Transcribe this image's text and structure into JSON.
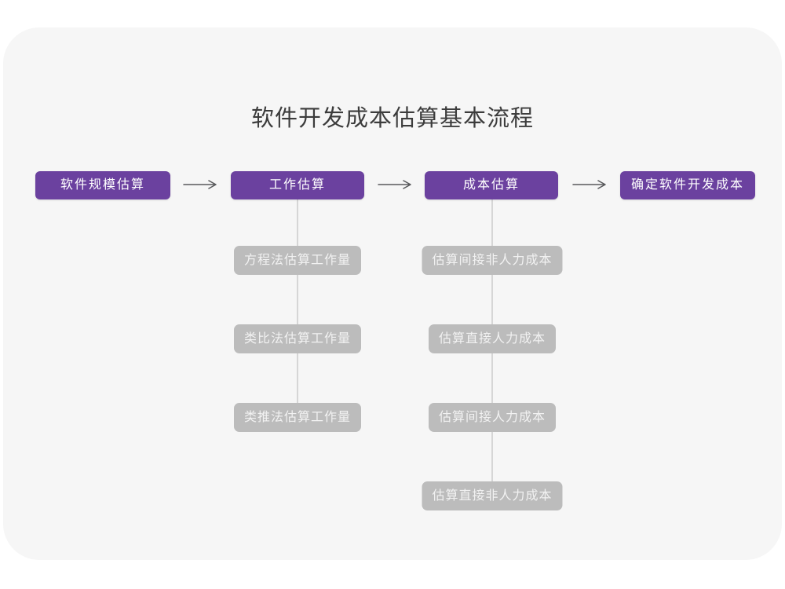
{
  "diagram": {
    "title": "软件开发成本估算基本流程",
    "colors": {
      "page_background": "#ffffff",
      "card_background": "#f6f6f6",
      "title_text": "#3c3c3c",
      "stage_background": "#6b419f",
      "stage_text": "#ffffff",
      "sub_background": "#bcbcbc",
      "sub_text": "#f2f2f2",
      "arrow": "#58595b",
      "connector_line": "#d6d6d6"
    },
    "stages": [
      {
        "label": "软件规模估算"
      },
      {
        "label": "工作估算"
      },
      {
        "label": "成本估算"
      },
      {
        "label": "确定软件开发成本"
      }
    ],
    "columns": [
      {
        "parent": "工作估算",
        "items": [
          {
            "label": "方程法估算工作量"
          },
          {
            "label": "类比法估算工作量"
          },
          {
            "label": "类推法估算工作量"
          }
        ]
      },
      {
        "parent": "成本估算",
        "items": [
          {
            "label": "估算间接非人力成本"
          },
          {
            "label": "估算直接人力成本"
          },
          {
            "label": "估算间接人力成本"
          },
          {
            "label": "估算直接非人力成本"
          }
        ]
      }
    ]
  }
}
